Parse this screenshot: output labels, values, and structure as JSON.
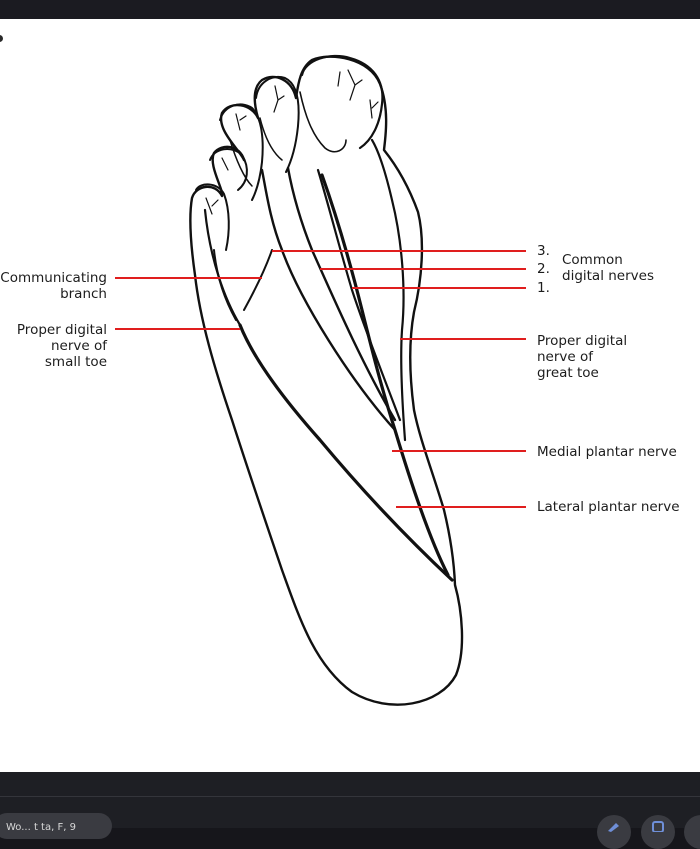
{
  "colors": {
    "leader": "#e01e1e",
    "outline": "#111111",
    "canvas": "#ffffff",
    "chrome": "#16161b"
  },
  "labels": {
    "communicating_branch": "Communicating\nbranch",
    "proper_digital_small_toe": "Proper digital\nnerve of\nsmall toe",
    "num_3": "3.",
    "num_2": "2.",
    "num_1": "1.",
    "common_digital_nerves": "Common\ndigital nerves",
    "proper_digital_great_toe": "Proper digital\nnerve of\ngreat toe",
    "medial_plantar_nerve": "Medial plantar nerve",
    "lateral_plantar_nerve": "Lateral plantar nerve"
  },
  "bottom_bar": {
    "pill_text": "Wo... t ta, F, 9",
    "icons": [
      "pen-icon",
      "copy-icon"
    ]
  }
}
